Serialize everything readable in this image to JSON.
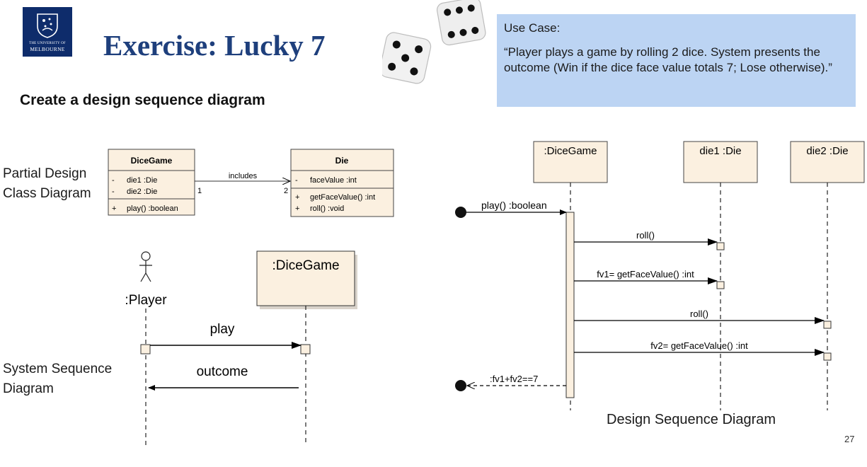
{
  "header": {
    "logo_line1": "THE UNIVERSITY OF",
    "logo_line2": "MELBOURNE",
    "title": "Exercise: Lucky 7",
    "subtitle": "Create a design sequence diagram",
    "page_number": "27"
  },
  "use_case": {
    "heading": "Use Case:",
    "text": "“Player plays a game by rolling 2 dice. System presents the outcome (Win if the dice face value totals 7; Lose otherwise).”"
  },
  "class_diagram": {
    "label_line1": "Partial Design",
    "label_line2": "Class Diagram",
    "dicegame": {
      "name": "DiceGame",
      "attributes": [
        {
          "vis": "-",
          "text": "die1  :Die"
        },
        {
          "vis": "-",
          "text": "die2  :Die"
        }
      ],
      "operations": [
        {
          "vis": "+",
          "text": "play()  :boolean"
        }
      ]
    },
    "die": {
      "name": "Die",
      "attributes": [
        {
          "vis": "-",
          "text": "faceValue  :int"
        }
      ],
      "operations": [
        {
          "vis": "+",
          "text": "getFaceValue()  :int"
        },
        {
          "vis": "+",
          "text": "roll()  :void"
        }
      ]
    },
    "association": {
      "label": "includes",
      "source_mult": "1",
      "target_mult": "2"
    }
  },
  "system_sequence": {
    "label_line1": "System Sequence",
    "label_line2": "Diagram",
    "actor": ":Player",
    "system": ":DiceGame",
    "msg_call": "play",
    "msg_return": "outcome"
  },
  "design_sequence": {
    "caption": "Design Sequence Diagram",
    "lifelines": [
      ":DiceGame",
      "die1 :Die",
      "die2 :Die"
    ],
    "found_message": "play() :boolean",
    "messages": [
      "roll()",
      "fv1= getFaceValue() :int",
      "roll()",
      "fv2= getFaceValue() :int"
    ],
    "return_message": ":fv1+fv2==7"
  },
  "colors": {
    "box_fill": "#fbf0e0",
    "usecase_bg": "#bcd4f3",
    "title_blue": "#1e3f7c",
    "logo_navy": "#0e2c6b"
  }
}
